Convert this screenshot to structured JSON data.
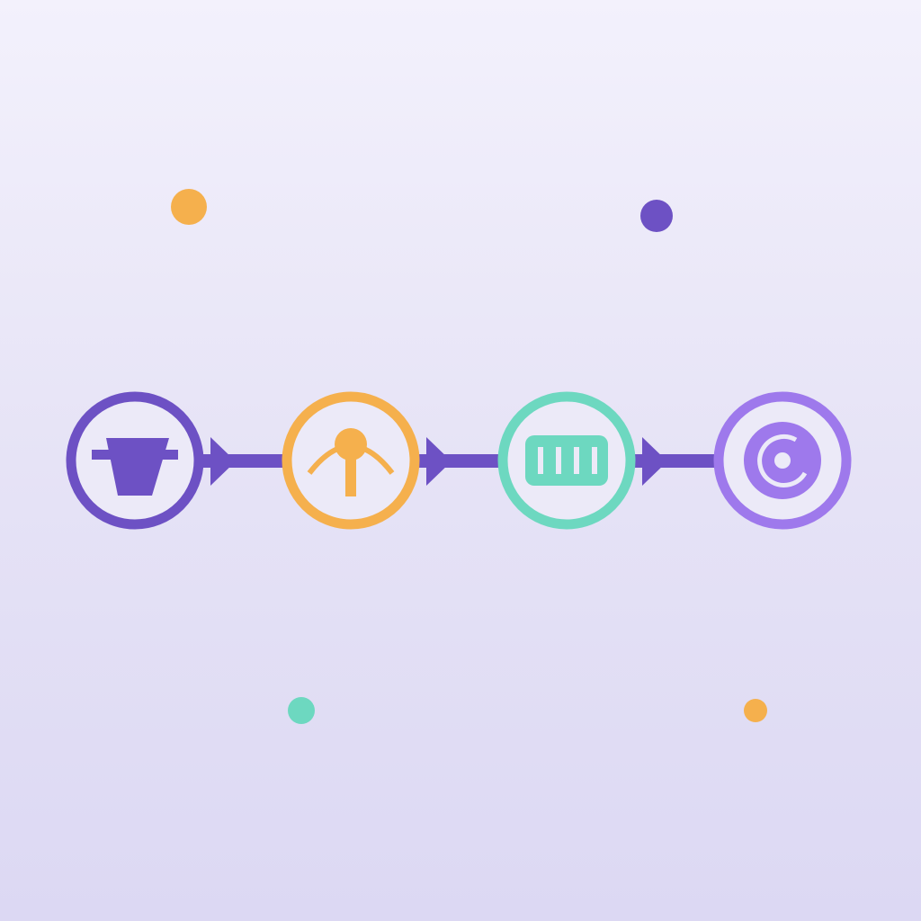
{
  "palette": {
    "purple": "#6d51c4",
    "orange": "#f5b04d",
    "teal": "#6dd8c0",
    "violet": "#9e79ec",
    "node_fill": "#eceaf8"
  },
  "flow": {
    "steps": [
      {
        "icon": "funnel-icon",
        "color": "purple"
      },
      {
        "icon": "sensor-icon",
        "color": "orange"
      },
      {
        "icon": "battery-icon",
        "color": "teal"
      },
      {
        "icon": "target-icon",
        "color": "violet"
      }
    ],
    "connectors": [
      {
        "from": 0,
        "to": 1,
        "icon": "arrow-icon",
        "color": "purple"
      },
      {
        "from": 1,
        "to": 2,
        "icon": "arrow-icon",
        "color": "purple"
      },
      {
        "from": 2,
        "to": 3,
        "icon": "arrow-icon",
        "color": "purple"
      }
    ]
  },
  "decorations": {
    "dots": [
      {
        "color": "orange"
      },
      {
        "color": "purple"
      },
      {
        "color": "teal"
      },
      {
        "color": "orange"
      }
    ]
  }
}
